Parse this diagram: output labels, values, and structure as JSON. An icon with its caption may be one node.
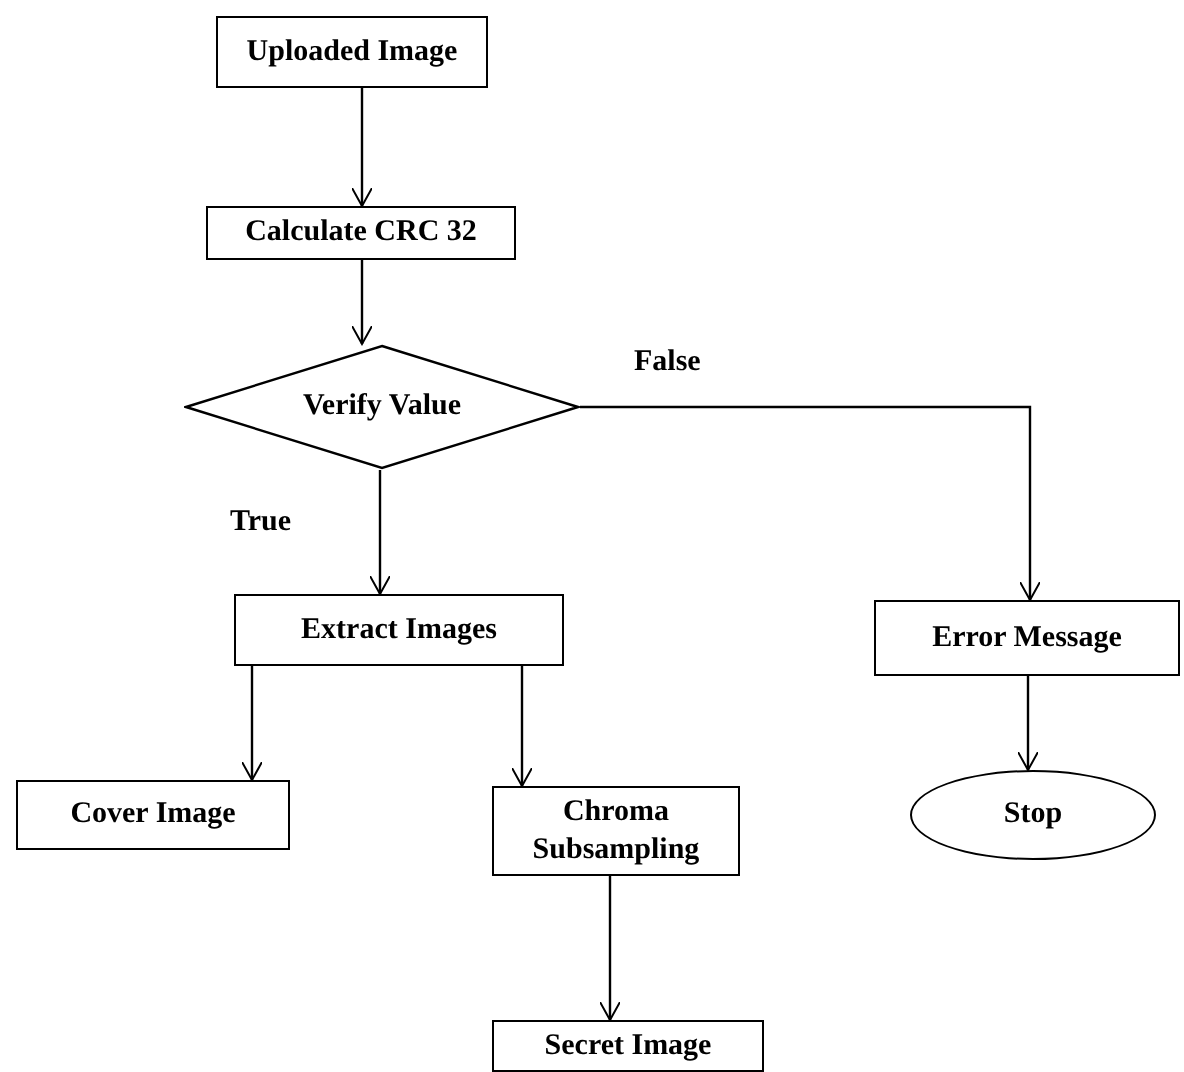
{
  "diagram": {
    "nodes": [
      {
        "text": [
          "Uploaded Image"
        ]
      },
      {
        "text": [
          "Calculate CRC 32"
        ]
      },
      {
        "text": [
          "Verify Value"
        ]
      },
      {
        "text": [
          "Extract Images"
        ]
      },
      {
        "text": [
          "Error Message"
        ]
      },
      {
        "text": [
          "Cover Image"
        ]
      },
      {
        "text": [
          "Chroma Subsampling"
        ]
      },
      {
        "text": [
          "Stop"
        ]
      },
      {
        "text": [
          "Secret Image"
        ]
      }
    ],
    "edges": [
      {
        "from": 0,
        "to": 1,
        "arrow": "to"
      },
      {
        "from": 1,
        "to": 2,
        "arrow": "to"
      },
      {
        "from": 2,
        "to": 4,
        "arrow": "to",
        "label": "False"
      },
      {
        "from": 2,
        "to": 3,
        "arrow": "to",
        "label": "True"
      },
      {
        "from": 3,
        "to": 5,
        "arrow": "to"
      },
      {
        "from": 3,
        "to": 6,
        "arrow": "to"
      },
      {
        "from": 6,
        "to": 8,
        "arrow": "to"
      },
      {
        "from": 4,
        "to": 7,
        "arrow": "to"
      }
    ]
  }
}
